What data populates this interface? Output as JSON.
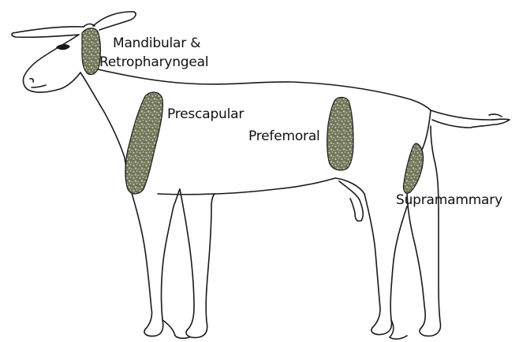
{
  "labels": {
    "mandibular": "Mandibular &",
    "retropharyngeal": "Retropharyngeal",
    "prescapular": "Prescapular",
    "prefemoral": "Prefemoral",
    "supramammary": "Supramammary"
  },
  "colors": {
    "outline": "#1a1a1a",
    "lymph_fill": "#6f7458",
    "lymph_speckle": "#c8cbb4",
    "background": "#ffffff"
  }
}
